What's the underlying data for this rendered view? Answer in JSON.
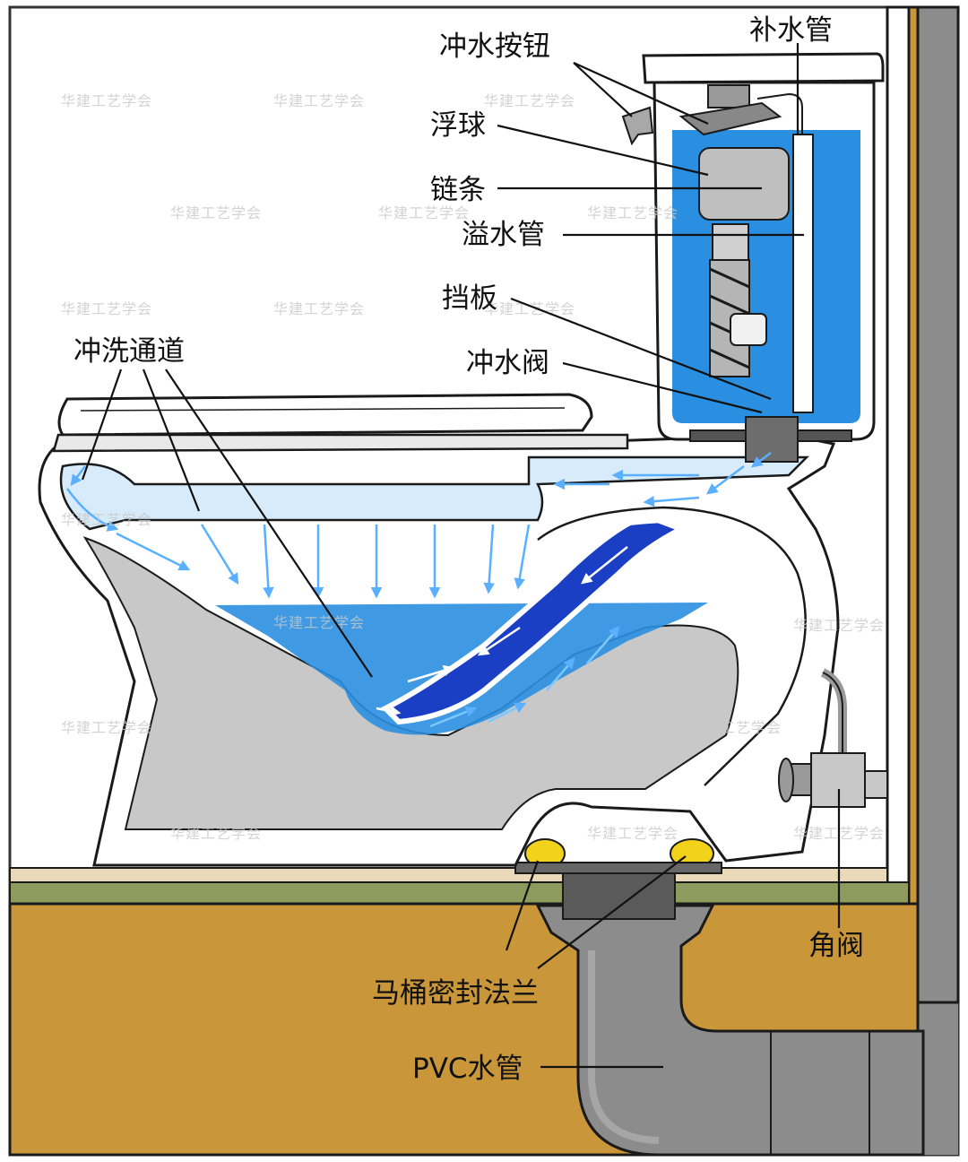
{
  "labels": {
    "refill_tube": "补水管",
    "flush_button": "冲水按钮",
    "float": "浮球",
    "chain": "链条",
    "overflow_tube": "溢水管",
    "baffle": "挡板",
    "flush_valve": "冲水阀",
    "flush_channel": "冲洗通道",
    "angle_valve": "角阀",
    "wax_ring": "马桶密封法兰",
    "pvc_pipe": "PVC水管"
  },
  "watermark": "华建工艺学会",
  "colors": {
    "water": "#2a8fe0",
    "water_dark": "#1a3fc4",
    "ceramic": "#ffffff",
    "cavity": "#c8c8c8",
    "floor": "#c9963a",
    "floor_top": "#8f9a5e",
    "pipe": "#8c8c8c",
    "seal": "#f2d21a"
  }
}
